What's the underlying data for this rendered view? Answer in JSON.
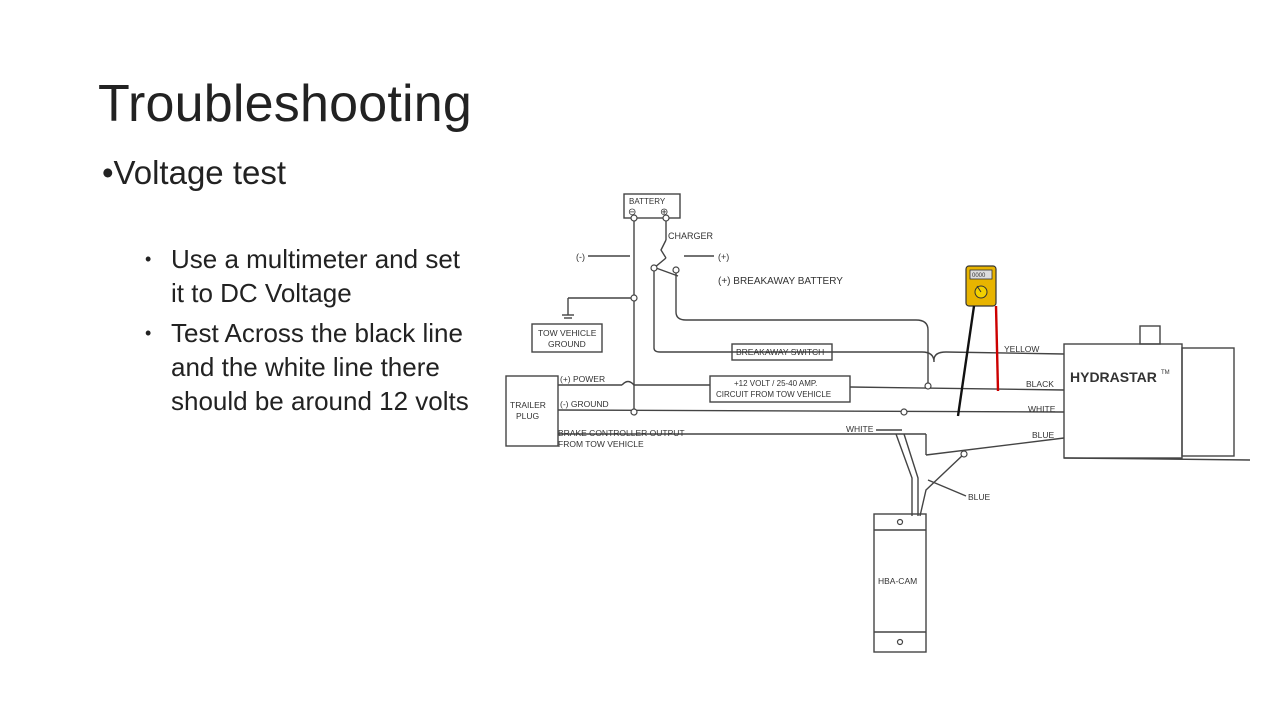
{
  "slide": {
    "title": "Troubleshooting",
    "bullet": "•Voltage test",
    "subbullets": [
      "Use a multimeter and set it to DC Voltage",
      "Test Across the black line and the white line there should be around 12 volts"
    ]
  },
  "diagram": {
    "labels": {
      "battery": "BATTERY",
      "battery_neg": "⊖",
      "battery_pos": "⊕",
      "charger": "CHARGER",
      "neg": "(-)",
      "pos": "(+)",
      "breakaway_battery": "(+) BREAKAWAY BATTERY",
      "tow_vehicle_ground_1": "TOW VEHICLE",
      "tow_vehicle_ground_2": "GROUND",
      "breakaway_switch": "BREAKAWAY SWITCH",
      "yellow": "YELLOW",
      "power": "(+) POWER",
      "circuit_1": "+12 VOLT / 25-40 AMP.",
      "circuit_2": "CIRCUIT FROM TOW VEHICLE",
      "black": "BLACK",
      "trailer_plug_1": "TRAILER",
      "trailer_plug_2": "PLUG",
      "ground": "(-) GROUND",
      "white": "WHITE",
      "white_arrow": "WHITE",
      "brake_output_1": "BRAKE CONTROLLER OUTPUT",
      "brake_output_2": "FROM TOW VEHICLE",
      "blue": "BLUE",
      "blue_lower": "BLUE",
      "hydrastar": "HYDRASTAR",
      "tm": "TM",
      "hba_cam": "HBA-CAM",
      "meter_display": "0000"
    },
    "colors": {
      "meter_body": "#e8b400",
      "red_probe": "#cc0000",
      "black_probe": "#111111",
      "line": "#444444"
    }
  }
}
